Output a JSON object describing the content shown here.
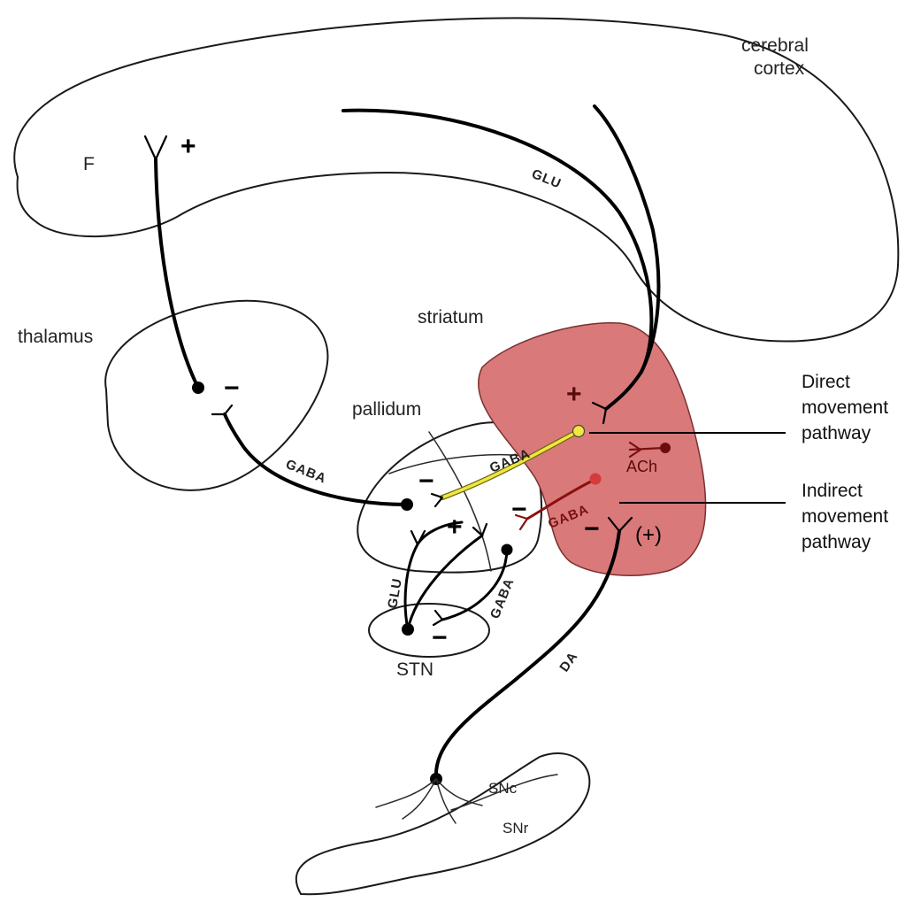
{
  "regions": {
    "cortex_line1": "cerebral",
    "cortex_line2": "cortex",
    "frontal": "F",
    "thalamus": "thalamus",
    "striatum": "striatum",
    "pallidum": "pallidum",
    "stn": "STN",
    "snc": "SNc",
    "snr": "SNr"
  },
  "transmitters": {
    "cortical_glu": "GLU",
    "thalamic_gaba": "GABA",
    "direct_gaba": "GABA",
    "indirect_gaba": "GABA",
    "stn_glu": "GLU",
    "pallidal_gaba": "GABA",
    "dopamine": "DA",
    "ach": "ACh"
  },
  "signs": {
    "frontal": "+",
    "thalamic": "−",
    "striatal_cortical": "+",
    "pallidal_direct": "−",
    "pallidal_indirect": "−",
    "pallidal_stn": "+",
    "stn": "−",
    "da_inhibit": "−",
    "da_excite": "(+)"
  },
  "annotations": {
    "direct": [
      "Direct",
      "movement",
      "pathway"
    ],
    "indirect": [
      "Indirect",
      "movement",
      "pathway"
    ]
  },
  "colors": {
    "striatum_fill": "#d9797a",
    "direct_pathway": "#f2e640",
    "indirect_pathway": "#d63a3a",
    "dark_red": "#7a1010"
  }
}
